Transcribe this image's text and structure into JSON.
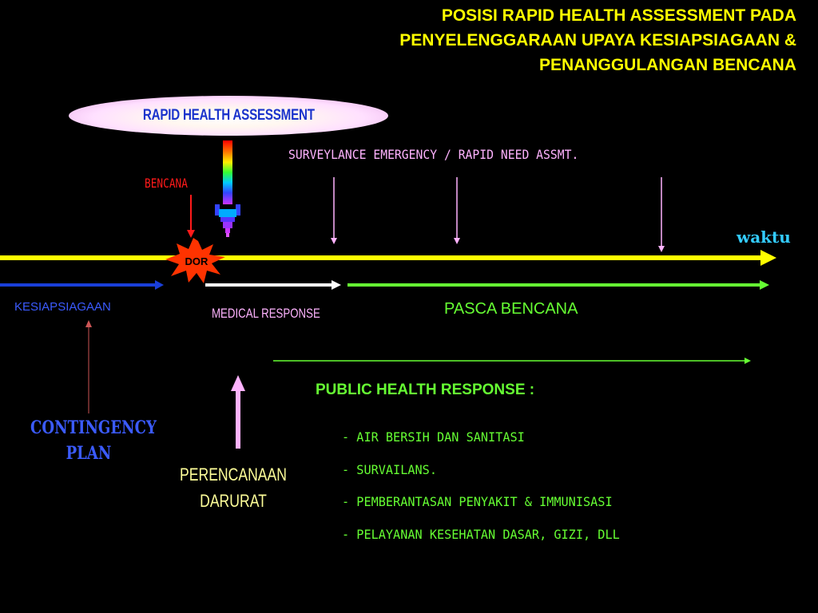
{
  "title": {
    "line1": "POSISI RAPID HEALTH ASSESSMENT PADA",
    "line2": "PENYELENGGARAAN UPAYA KESIAPSIAGAAN &",
    "line3": "PENANGGULANGAN BENCANA"
  },
  "rapid_health_assessment": "RAPID HEALTH ASSESSMENT",
  "surveylance": "SURVEYLANCE EMERGENCY / RAPID NEED ASSMT.",
  "bencana": "BENCANA",
  "waktu": "waktu",
  "dor": "DOR",
  "kesiapsiagaan": "KESIAPSIAGAAN",
  "medical_response": "MEDICAL RESPONSE",
  "pasca_bencana": "PASCA BENCANA",
  "public_health_response": "PUBLIC HEALTH RESPONSE :",
  "contingency_plan": {
    "line1": "CONTINGENCY",
    "line2": "PLAN"
  },
  "perencanaan_darurat": {
    "line1": "PERENCANAAN",
    "line2": "DARURAT"
  },
  "response_items": [
    "- AIR BERSIH DAN SANITASI",
    "- SURVAILANS.",
    "- PEMBERANTASAN PENYAKIT & IMMUNISASI",
    "- PELAYANAN KESEHATAN DASAR, GIZI, DLL"
  ],
  "colors": {
    "background": "#000000",
    "title": "#ffff00",
    "timeline": "#ffff00",
    "kesiapsiagaan": "#1a3fd9",
    "medical_response": "#ffffff",
    "pasca_bencana": "#66ff33",
    "bencana": "#ff1a1a",
    "surveylance": "#ffb3ff",
    "dor_burst": "#ff3300",
    "waktu": "#33ccff"
  }
}
